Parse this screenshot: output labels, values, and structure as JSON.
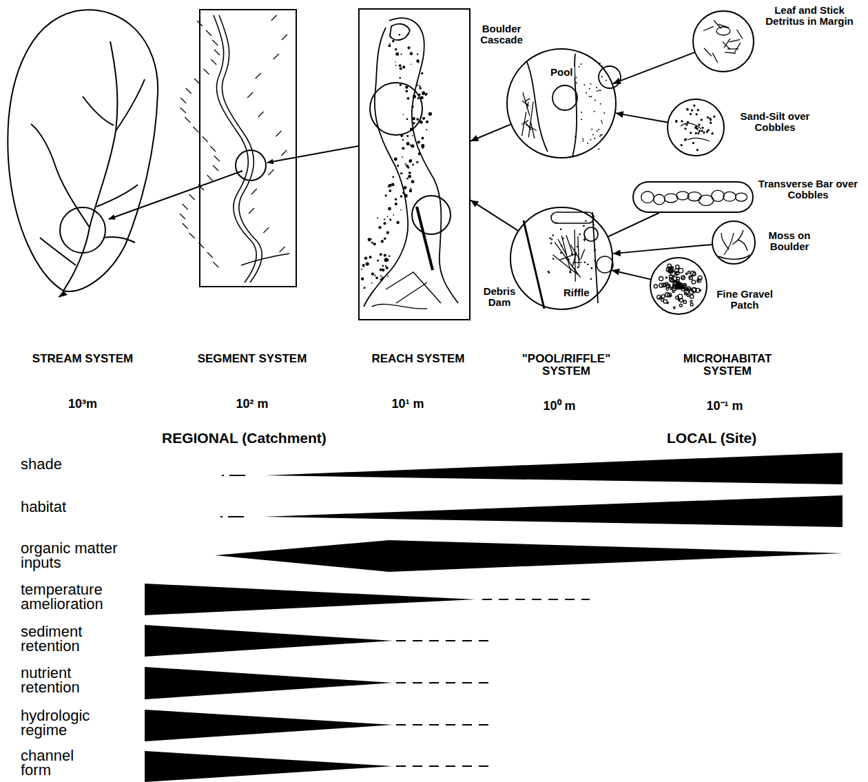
{
  "diagram": {
    "nodes": [
      {
        "text": [
          "Boulder Cascade",
          "Debris Dam"
        ]
      },
      {
        "text": [
          "Pool"
        ]
      },
      {
        "text": [
          "Riffle"
        ]
      },
      {
        "text": [
          "Leaf and Stick Detritus in Margin"
        ]
      },
      {
        "text": [
          "Sand-Silt over Cobbles"
        ]
      },
      {
        "text": [
          "Transverse Bar over Cobbles"
        ]
      },
      {
        "text": [
          "Moss on Boulder"
        ]
      },
      {
        "text": [
          "Fine Gravel Patch"
        ]
      }
    ],
    "edges": [
      {
        "from": 1,
        "to": 0,
        "arrow": "to"
      },
      {
        "from": 2,
        "to": 0,
        "arrow": "to"
      },
      {
        "from": 3,
        "to": 1,
        "arrow": "to"
      },
      {
        "from": 4,
        "to": 1,
        "arrow": "to"
      },
      {
        "from": 5,
        "to": 2,
        "arrow": "none"
      },
      {
        "from": 6,
        "to": 2,
        "arrow": "to"
      },
      {
        "from": 7,
        "to": 2,
        "arrow": "to"
      }
    ],
    "labels": [
      "STREAM SYSTEM",
      "SEGMENT SYSTEM",
      "REACH SYSTEM",
      "\"POOL/RIFFLE\" SYSTEM",
      "MICROHABITAT SYSTEM",
      "10³m",
      "10² m",
      "10¹ m",
      "10⁰ m",
      "10⁻¹ m",
      "REGIONAL (Catchment)",
      "LOCAL (Site)",
      "shade",
      "habitat",
      "organic matter inputs",
      "temperature amelioration",
      "sediment retention",
      "nutrient retention",
      "hydrologic regime",
      "channel form"
    ]
  }
}
